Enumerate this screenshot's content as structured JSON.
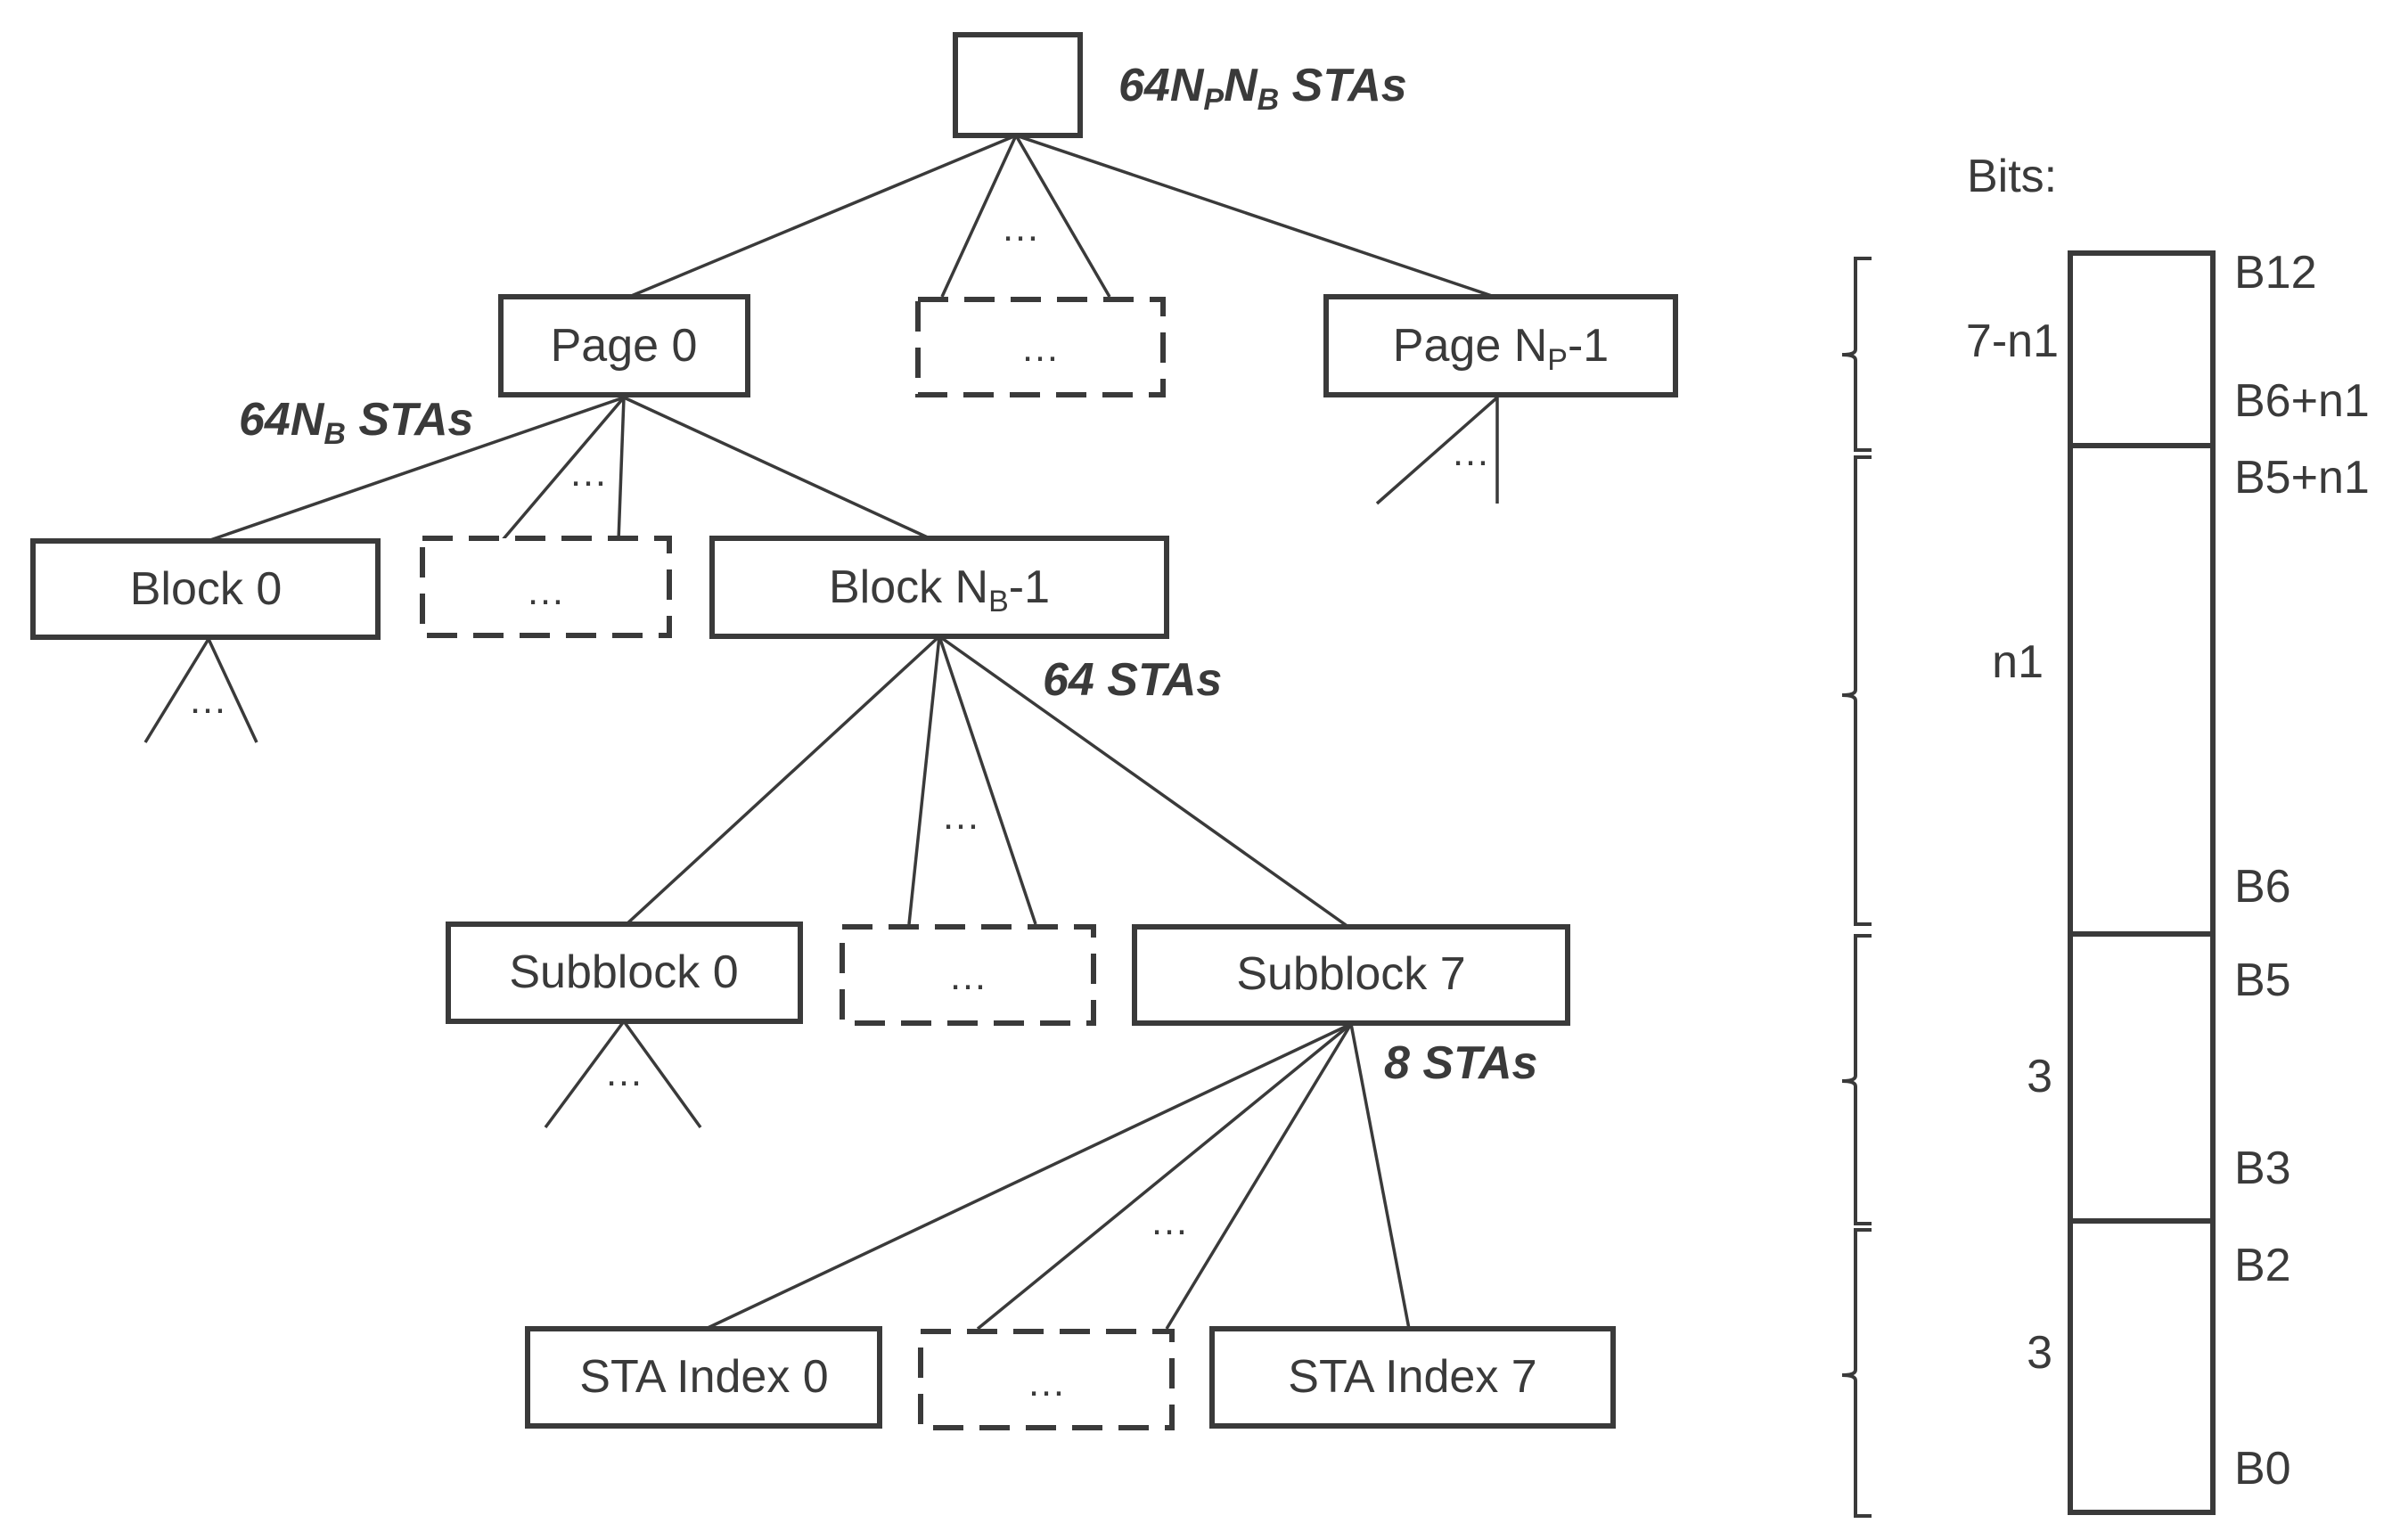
{
  "tree": {
    "root_count": {
      "prefix": "64N",
      "sub1": "P",
      "mid": "N",
      "sub2": "B",
      "suffix": " STAs"
    },
    "page_count": {
      "prefix": "64N",
      "sub": "B",
      "suffix": " STAs"
    },
    "block_count": "64 STAs",
    "subblock_count": "8 STAs",
    "ellipsis": "…",
    "pages": {
      "first": "Page 0",
      "last": {
        "prefix": "Page N",
        "sub": "P",
        "suffix": "-1"
      }
    },
    "blocks": {
      "first": "Block 0",
      "last": {
        "prefix": "Block N",
        "sub": "B",
        "suffix": "-1"
      }
    },
    "subblocks": {
      "first": "Subblock 0",
      "last": "Subblock 7"
    },
    "sta_indices": {
      "first": "STA Index 0",
      "last": "STA Index 7"
    }
  },
  "bits": {
    "title": "Bits:",
    "fields": [
      {
        "width_label": "7-n1",
        "top_bit": "B12",
        "bottom_bit": "B6+n1"
      },
      {
        "width_label": "n1",
        "top_bit": "B5+n1",
        "bottom_bit": "B6"
      },
      {
        "width_label": "3",
        "top_bit": "B5",
        "bottom_bit": "B3"
      },
      {
        "width_label": "3",
        "top_bit": "B2",
        "bottom_bit": "B0"
      }
    ]
  }
}
